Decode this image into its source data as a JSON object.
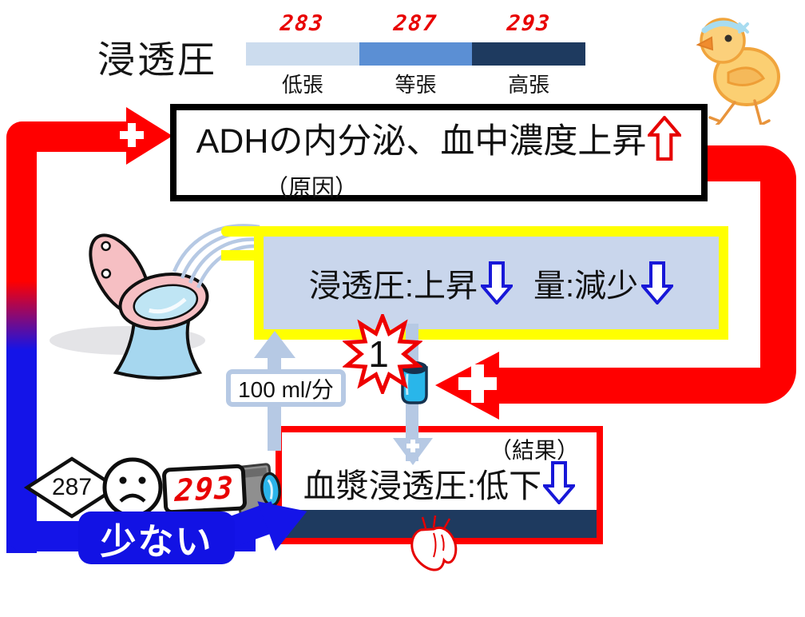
{
  "scale": {
    "title": "浸透圧",
    "segments": [
      {
        "value": "283",
        "label": "低張",
        "color": "#ccdcee"
      },
      {
        "value": "287",
        "label": "等張",
        "color": "#5b8fd4"
      },
      {
        "value": "293",
        "label": "高張",
        "color": "#1e3a5f"
      }
    ]
  },
  "cause_box": {
    "text": "ADHの内分泌、血中濃度上昇",
    "subtitle": "（原因）"
  },
  "middle_box": {
    "pressure": "浸透圧:上昇",
    "volume": "量:減少"
  },
  "urine_rate_label": "100 ml/分",
  "step_badge": "1",
  "result_box": {
    "subtitle": "（結果）",
    "text": "血漿浸透圧:低下"
  },
  "sensor": {
    "setpoint": "287",
    "reading": "293",
    "status": "少ない"
  },
  "icons": {
    "plus": "stimulation-plus",
    "up_arrow": "increase-up-arrow",
    "down_arrow": "decrease-down-arrow",
    "toilet": "toilet-illustration",
    "chick": "chick-illustration",
    "heart": "heart-illustration",
    "sad_face": "sad-face",
    "camera": "osmo-sensor-camera",
    "vial": "collecting-duct-vial",
    "star": "step-starburst"
  },
  "colors": {
    "red": "#ff0000",
    "blue": "#1414e8",
    "yellow": "#ffff00",
    "light_blue_fill": "#c9d6ec",
    "arrow_light_blue": "#b6c9e4",
    "navy": "#1e3a5f",
    "digital_red": "#e80000"
  }
}
